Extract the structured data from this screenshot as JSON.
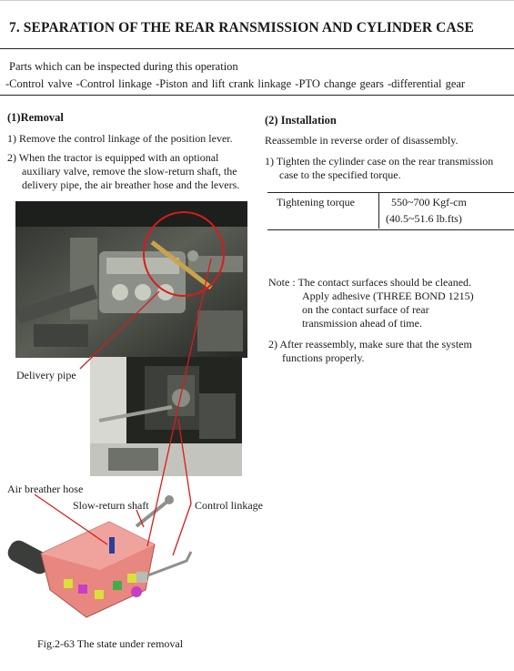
{
  "page": {
    "title": "7. SEPARATION OF THE REAR RANSMISSION AND CYLINDER CASE"
  },
  "parts": {
    "intro": "Parts which can be inspected during this operation",
    "list": "-Control valve   -Control linkage   -Piston and lift crank linkage   -PTO change gears   -differential gear"
  },
  "removal": {
    "heading": "(1)Removal",
    "step1": "1) Remove the control linkage of the position lever.",
    "step2_line1": "2) When the tractor is equipped with an optional",
    "step2_line2": "auxiliary valve, remove the slow-return shaft, the",
    "step2_line3": "delivery pipe, the air breather hose and the levers."
  },
  "installation": {
    "heading": "(2) Installation",
    "intro": "Reassemble in reverse order of disassembly.",
    "step1_line1": "1) Tighten the cylinder case on the rear transmission",
    "step1_line2": "case to the specified torque.",
    "torque_label": "Tightening torque",
    "torque_value_line1": "550~700 Kgf-cm",
    "torque_value_line2": "(40.5~51.6 lb.fts)",
    "note_line1": "Note : The contact surfaces should be cleaned.",
    "note_line2": "Apply adhesive (THREE BOND 1215)",
    "note_line3": "on the contact surface of rear",
    "note_line4": "transmission ahead of time.",
    "step2_line1": "2) After reassembly, make sure that the system",
    "step2_line2": "functions properly."
  },
  "figure": {
    "label_delivery_pipe": "Delivery pipe",
    "label_air_breather": "Air breather hose",
    "label_slow_return": "Slow-return shaft",
    "label_control_linkage": "Control linkage",
    "caption": "Fig.2-63 The state under removal"
  },
  "colors": {
    "callout_red": "#d81b1b",
    "housing_pink": "#e8877f"
  }
}
